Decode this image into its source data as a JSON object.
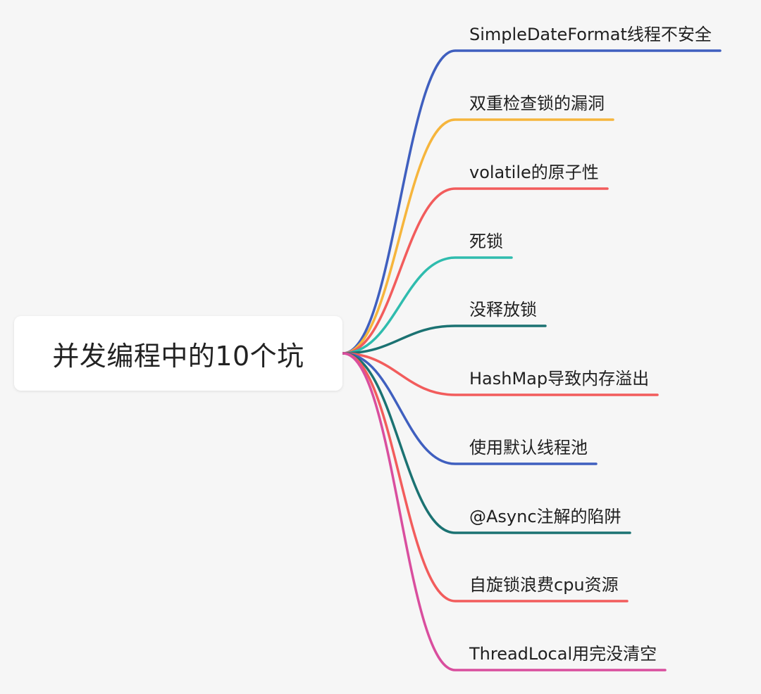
{
  "root": {
    "title": "并发编程中的10个坑"
  },
  "branches": [
    {
      "label": "SimpleDateFormat线程不安全",
      "color": "#3f5fbf"
    },
    {
      "label": "双重检查锁的漏洞",
      "color": "#f6b53c"
    },
    {
      "label": "volatile的原子性",
      "color": "#f25c5c"
    },
    {
      "label": "死锁",
      "color": "#2fbcae"
    },
    {
      "label": "没释放锁",
      "color": "#1b7272"
    },
    {
      "label": "HashMap导致内存溢出",
      "color": "#f25c5c"
    },
    {
      "label": "使用默认线程池",
      "color": "#3f5fbf"
    },
    {
      "label": "@Async注解的陷阱",
      "color": "#1b7272"
    },
    {
      "label": "自旋锁浪费cpu资源",
      "color": "#f25c5c"
    },
    {
      "label": "ThreadLocal用完没清空",
      "color": "#d94e9e"
    }
  ]
}
